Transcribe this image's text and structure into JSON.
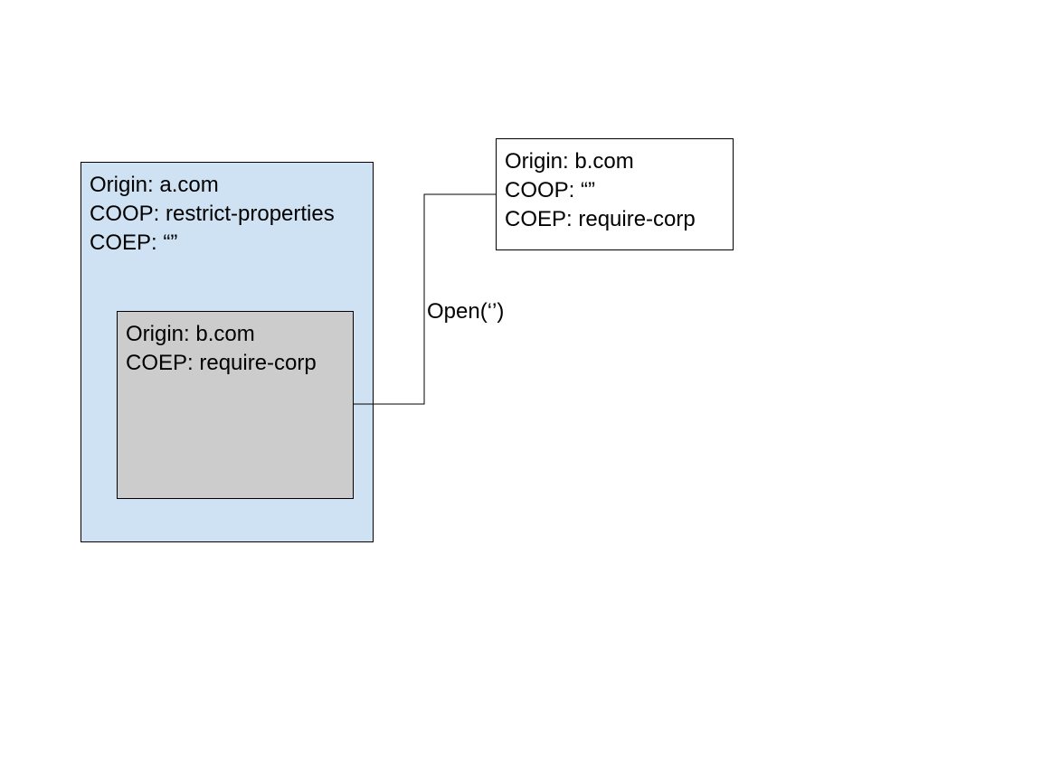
{
  "colors": {
    "outer_window_fill": "#cfe2f3",
    "iframe_fill": "#cccccc",
    "popup_fill": "#ffffff",
    "line": "#000000"
  },
  "outer_window": {
    "origin": "Origin: a.com",
    "coop": "COOP: restrict-properties",
    "coep": "COEP: “”"
  },
  "iframe": {
    "origin": "Origin: b.com",
    "coep": "COEP: require-corp"
  },
  "popup_window": {
    "origin": "Origin: b.com",
    "coop": "COOP: “”",
    "coep": "COEP: require-corp"
  },
  "connector": {
    "label": "Open(‘’)"
  }
}
